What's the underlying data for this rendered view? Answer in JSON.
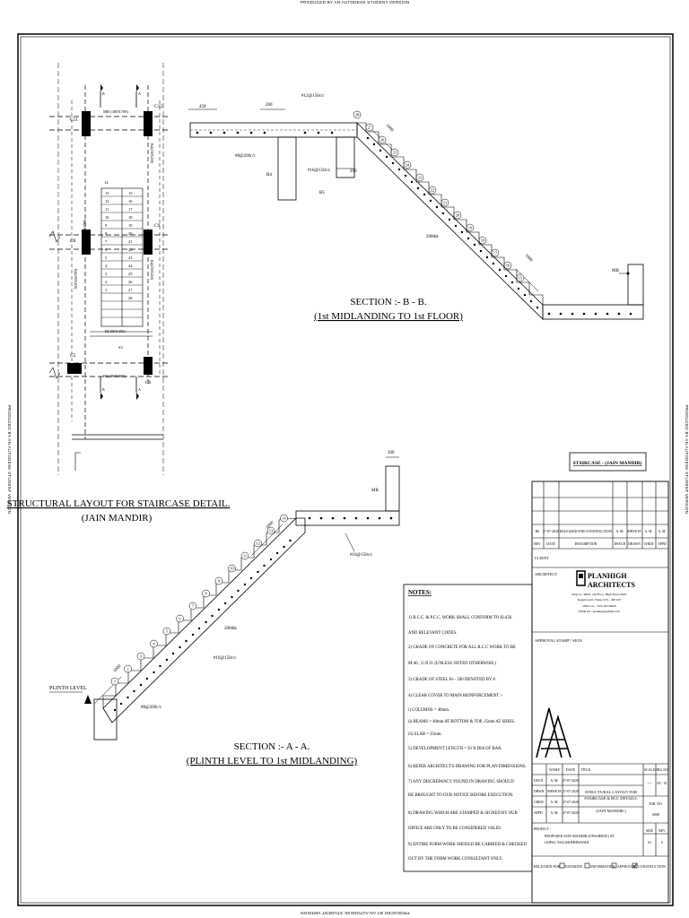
{
  "watermark": "PRODUCED BY AN AUTODESK STUDENT VERSION",
  "plan": {
    "title": "STRUCTURAL LAYOUT FOR STAIRCASE DETAIL.",
    "subtitle": "(JAIN MANDIR)",
    "col_c11": "C11",
    "col_c12": "C12",
    "col_c9": "C9",
    "col_c8": "C8",
    "col_c5": "C5",
    "col_c6": "C6",
    "beam_top": "MB (300X700)",
    "beam_mid": "B(300X450)",
    "beam_bot": "B6(300X900)",
    "left_beam_1": "B4(230X450)",
    "left_beam_2": "B4(230X450)",
    "right_beam_1": "B4(230X450)",
    "right_beam_2": "B4(230X450)",
    "cut_b": "B",
    "cut_a": "A",
    "landing": "14",
    "steps_left": [
      "13",
      "12",
      "11",
      "10",
      "9",
      "8",
      "7",
      "6",
      "5",
      "4",
      "3",
      "2",
      "1"
    ],
    "steps_right": [
      "15",
      "16",
      "17",
      "18",
      "19",
      "20",
      "21",
      "22",
      "23",
      "24",
      "25",
      "26",
      "27",
      "28"
    ],
    "label_s3": "S3"
  },
  "section_bb": {
    "title": "SECTION :- B - B.",
    "subtitle": "(1st MIDLANDING TO 1st FLOOR)",
    "dim_450": "450",
    "dim_200": "200",
    "dim_200b": "200",
    "dim_1000": "1000",
    "dim_1000b": "1000",
    "bar_top": "#12@150c/c",
    "bar_bot": "#8@200c/c",
    "bar_mid": "#16@150c/c",
    "bar_waist": "200thk",
    "beam_b4": "B4",
    "beam_b5": "B5",
    "mb": "MB",
    "steps": [
      "28",
      "27",
      "26",
      "25",
      "24",
      "23",
      "22",
      "21",
      "20",
      "19",
      "18",
      "17",
      "16",
      "15"
    ]
  },
  "section_aa": {
    "title": "SECTION :- A - A.",
    "subtitle": "(PLINTH LEVEL TO 1st MIDLANDING)",
    "plinth": "PLINTH LEVEL",
    "dim_300": "300",
    "dim_1000": "1000",
    "dim_1000b": "1000",
    "mb": "MB",
    "bar_1": "#16@150c/c",
    "bar_2": "200thk",
    "bar_3": "#16@150c/c",
    "bar_4": "#8@200c/c",
    "steps": [
      "1",
      "2",
      "3",
      "4",
      "5",
      "6",
      "7",
      "8",
      "9",
      "10",
      "11",
      "12",
      "13",
      "14"
    ]
  },
  "notes": {
    "heading": "NOTES:",
    "lines": [
      "1)   R.C.C. & P.C.C. WORK SHALL CONFORM TO IS:456",
      "       AND RELEVANT CODES.",
      "2)   GRADE OF CONCRETE FOR ALL R.C.C WORK TO BE",
      "       M-40 , U.N.O.  (UNLESS NOTED OTHERWISE.)",
      "3)   GRADE OF STEEL Fe - 500 DENOTED BY #.",
      "4)   CLEAR COVER TO MAIN REINFORCEMENT :-",
      "          i) COLUMNS = 40mm.",
      "          ii) BEAMS = 40mm AT BOTTOM & TOP, 25mm AT SIDES.",
      "          iii) SLAB = 25mm.",
      "5)   DEVELOPMENT LENGTH = 50 X DIA OF BAR.",
      "6)   REFER ARCHITECT'S DRAWING FOR PLAN DIMENSIONS.",
      "7)   ANY DISCREPANCY FOUND IN DRAWING SHOULD",
      "       BE BROUGHT TO OUR NOTICE BEFORE EXECUTION.",
      "8)   DRAWING WHICH ARE STAMPED & SIGNED BY OUR",
      "       OFFICE ARE ONLY TO BE CONSIDERED VALID.",
      "9)   ENTIRE FORM WORK SHOULD BE CARRIED &  CHECKED",
      "       OUT BY THE FORM WORK CONSULTANT ONLY."
    ]
  },
  "title_block": {
    "sheet_title": "STAIRCASE - (JAIN MANDIR)",
    "rev_row": [
      "R0",
      "27-07-2020",
      "RELEASED FOR CONSTRUCTION",
      "A. M.",
      "SHWETA",
      "A. M.",
      "A. M."
    ],
    "rev_head": [
      "REV",
      "DATE",
      "DESCRIPTION",
      "DESGN",
      "DRAWN",
      "CHKD",
      "APPD"
    ],
    "client": "CLIENT",
    "architect": "ARCHITECT",
    "firm_1": "PLANHIGH",
    "firm_2": "ARCHITECTS",
    "addr": [
      "Shop no. 4&10, 4th Floor, High Street Mall,",
      "Kapurbawdi, Thane (W) - 400 607",
      "Office no. - 022-49734626",
      "Email ID : planhigh@gmail.com"
    ],
    "approval": "APPROVAL STAMP / SIGN",
    "hdr": [
      "NAME",
      "DATE",
      "TITLE:"
    ],
    "roles": [
      {
        "role": "DSGN",
        "name": "A. M.",
        "date": "27-07-2020"
      },
      {
        "role": "DRWN",
        "name": "SHWETA",
        "date": "27-07-2020"
      },
      {
        "role": "CHKD",
        "name": "A. M.",
        "date": "27-07-2020"
      },
      {
        "role": "APPD",
        "name": "A. M.",
        "date": "27-07-2020"
      }
    ],
    "title_1": "STRUCTURAL LAYOUT FOR",
    "title_2": "STAIRCASE & RCC DETAILS.",
    "title_3": "(JAIN MANDIR )",
    "scale_label": "SCALE",
    "scale_val": "----",
    "dwg_label": "DRG.NO.",
    "dwg_val": "ST - 01",
    "job_label": "JOB. NO.",
    "job_val": "0008",
    "project_label": "PROJECT :",
    "project_1": "PROPOSED JAIN MANDIR (UPASHRAY) AT",
    "project_2": "GOPAL NAGAR,BHIWANDI.",
    "size_label": "SIZE",
    "size_val": "A1",
    "rev_label": "REV",
    "rev_val": "0",
    "released_for": "RELEASED FOR",
    "opt_1": "ESTIMATE",
    "opt_2": "INFORMATION",
    "opt_3": "APPROVAL",
    "opt_4": "CONSTRUCTION"
  }
}
